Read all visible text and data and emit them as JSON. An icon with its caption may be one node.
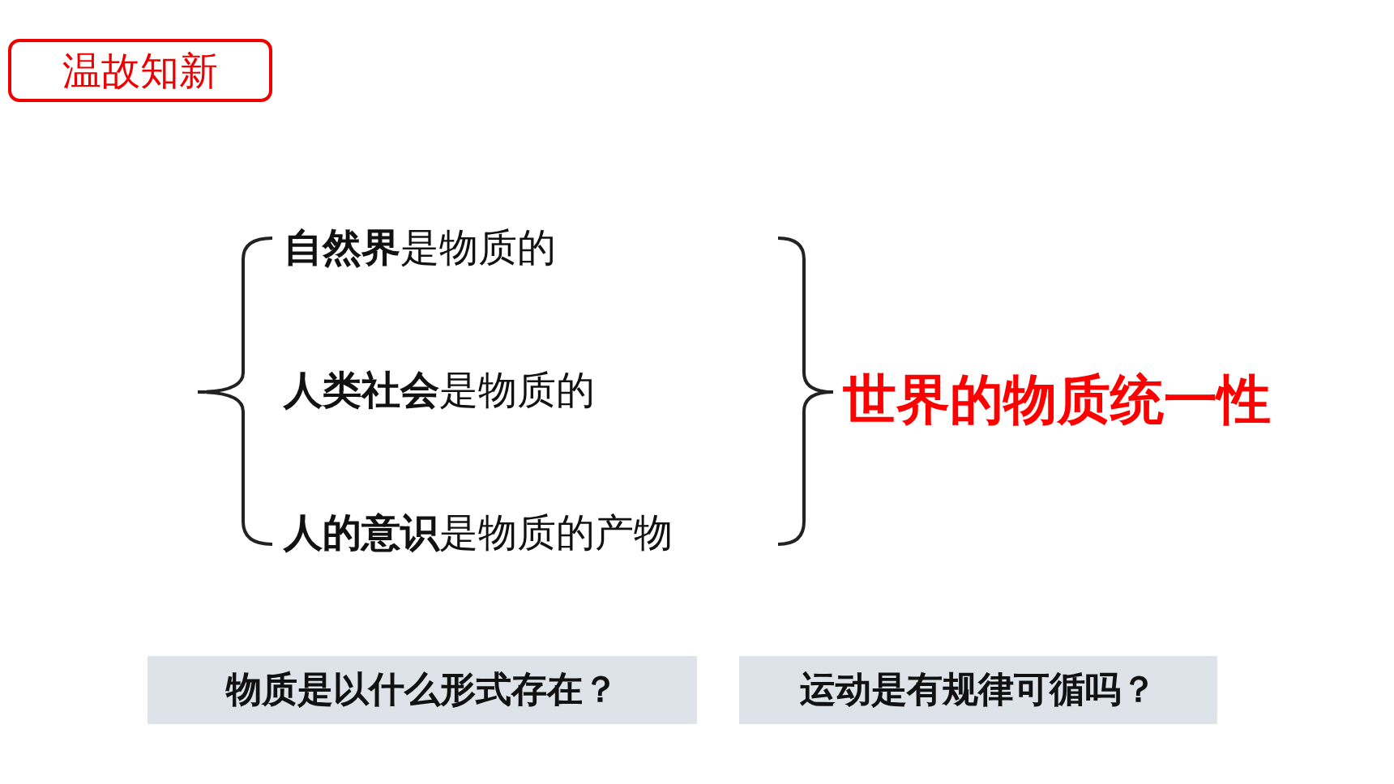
{
  "diagram": {
    "nodes": [
      {
        "text": [
          "温故知新"
        ]
      },
      {
        "text": [
          "物质是以什么形式存在？"
        ]
      },
      {
        "text": [
          "运动是有规律可循吗？"
        ]
      }
    ],
    "labels": [
      "**自然界**是物质的",
      "**人类社会**是物质的",
      "**人的意识**是物质的产物",
      "世界的物质统一性"
    ]
  }
}
